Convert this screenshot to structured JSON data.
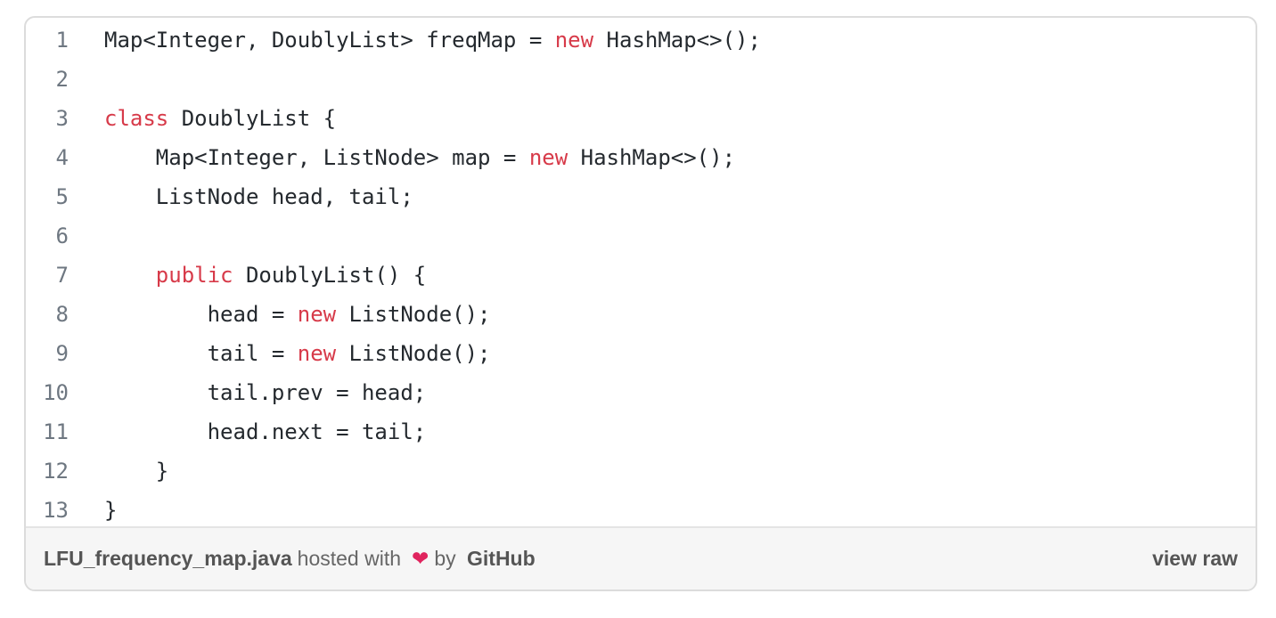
{
  "code": {
    "lines": [
      {
        "n": "1",
        "indent": "",
        "parts": [
          [
            "Map<Integer, DoublyList> freqMap = ",
            ""
          ],
          [
            "new",
            "kw"
          ],
          [
            " HashMap<>();",
            ""
          ]
        ]
      },
      {
        "n": "2",
        "indent": "",
        "parts": []
      },
      {
        "n": "3",
        "indent": "",
        "parts": [
          [
            "class",
            "kw"
          ],
          [
            " DoublyList {",
            ""
          ]
        ]
      },
      {
        "n": "4",
        "indent": "    ",
        "parts": [
          [
            "Map<Integer, ListNode> map = ",
            ""
          ],
          [
            "new",
            "kw"
          ],
          [
            " HashMap<>();",
            ""
          ]
        ]
      },
      {
        "n": "5",
        "indent": "    ",
        "parts": [
          [
            "ListNode head, tail;",
            ""
          ]
        ]
      },
      {
        "n": "6",
        "indent": "",
        "parts": []
      },
      {
        "n": "7",
        "indent": "    ",
        "parts": [
          [
            "public",
            "kw"
          ],
          [
            " DoublyList() {",
            ""
          ]
        ]
      },
      {
        "n": "8",
        "indent": "        ",
        "parts": [
          [
            "head = ",
            ""
          ],
          [
            "new",
            "kw"
          ],
          [
            " ListNode();",
            ""
          ]
        ]
      },
      {
        "n": "9",
        "indent": "        ",
        "parts": [
          [
            "tail = ",
            ""
          ],
          [
            "new",
            "kw"
          ],
          [
            " ListNode();",
            ""
          ]
        ]
      },
      {
        "n": "10",
        "indent": "        ",
        "parts": [
          [
            "tail.prev = head;",
            ""
          ]
        ]
      },
      {
        "n": "11",
        "indent": "        ",
        "parts": [
          [
            "head.next = tail;",
            ""
          ]
        ]
      },
      {
        "n": "12",
        "indent": "    ",
        "parts": [
          [
            "}",
            ""
          ]
        ]
      },
      {
        "n": "13",
        "indent": "",
        "parts": [
          [
            "}",
            ""
          ]
        ]
      }
    ]
  },
  "meta": {
    "filename": "LFU_frequency_map.java",
    "hosted_with": "hosted with",
    "heart_icon": "heart-icon",
    "by": "by",
    "github": "GitHub",
    "view_raw": "view raw"
  },
  "colors": {
    "keyword": "#d73a49",
    "text": "#24292e",
    "line_number": "#6e7781"
  }
}
